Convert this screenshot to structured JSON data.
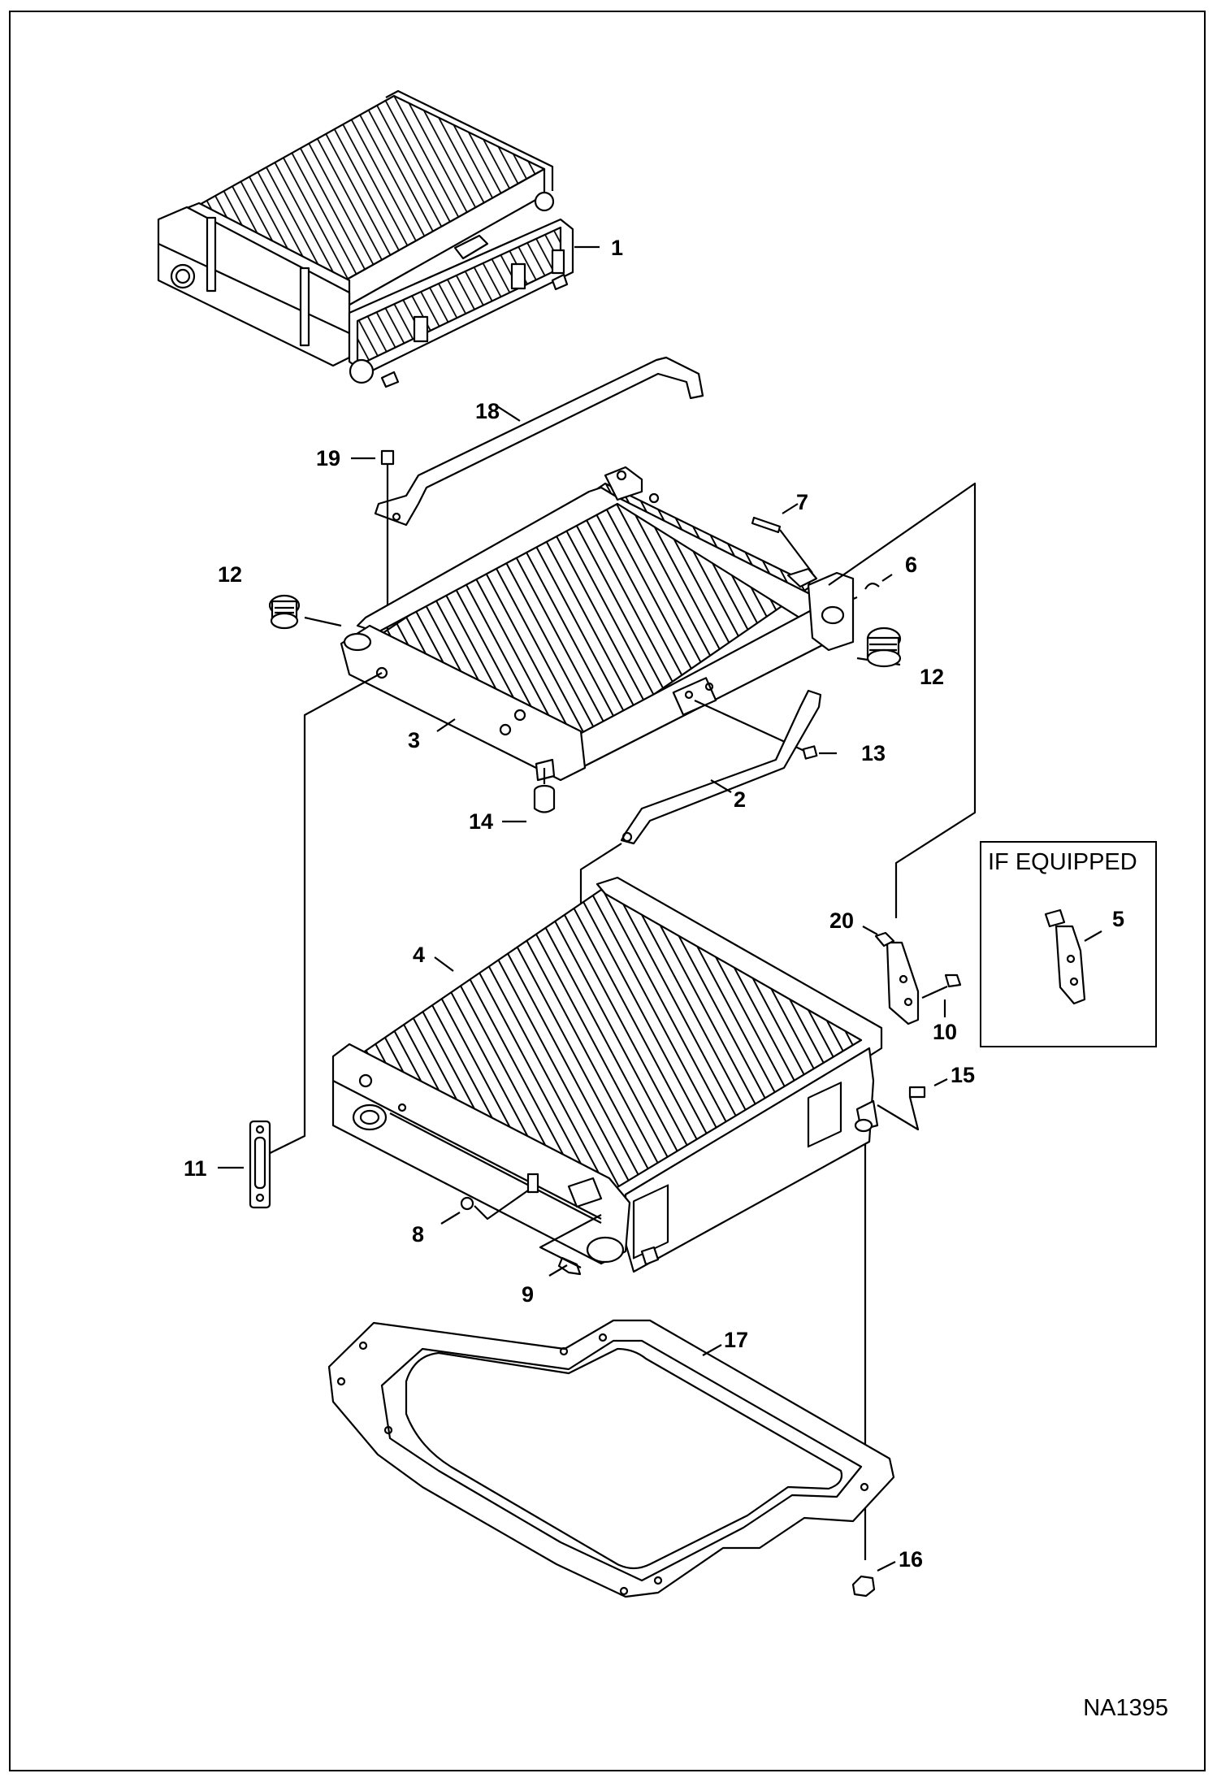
{
  "diagram": {
    "document_code": "NA1395",
    "inset_title": "IF EQUIPPED",
    "callouts": {
      "c1": "1",
      "c2": "2",
      "c3": "3",
      "c4": "4",
      "c5": "5",
      "c6": "6",
      "c7": "7",
      "c8": "8",
      "c9": "9",
      "c10": "10",
      "c11": "11",
      "c12a": "12",
      "c12b": "12",
      "c13": "13",
      "c14": "14",
      "c15": "15",
      "c16": "16",
      "c17": "17",
      "c18": "18",
      "c19": "19",
      "c20": "20"
    }
  }
}
